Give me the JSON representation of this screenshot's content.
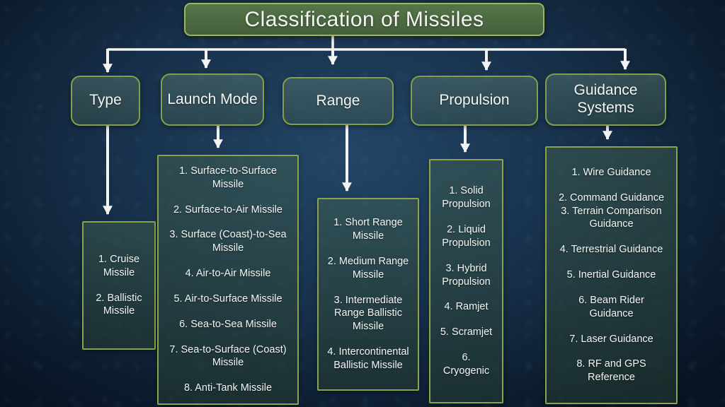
{
  "title": "Classification of Missiles",
  "colors": {
    "background_navy": "#17304a",
    "title_box_fill": "#4d6a43",
    "box_border_olive": "#8aa44b",
    "category_box_fill": "#3c5a4c",
    "list_box_fill": "#2c463a",
    "arrow": "#f2f3f2",
    "text": "#f4f6f4"
  },
  "columns": [
    {
      "label": "Type",
      "items": [
        "1. Cruise Missile",
        "2. Ballistic Missile"
      ]
    },
    {
      "label": "Launch Mode",
      "items": [
        "1. Surface-to-Surface Missile",
        "2. Surface-to-Air Missile",
        "3. Surface (Coast)-to-Sea Missile",
        "4. Air-to-Air Missile",
        "5. Air-to-Surface Missile",
        "6. Sea-to-Sea Missile",
        "7. Sea-to-Surface (Coast) Missile",
        "8. Anti-Tank Missile"
      ]
    },
    {
      "label": "Range",
      "items": [
        "1. Short Range Missile",
        "2. Medium Range Missile",
        "3. Intermediate Range Ballistic Missile",
        "4. Intercontinental Ballistic Missile"
      ]
    },
    {
      "label": "Propulsion",
      "items": [
        "1. Solid Propulsion",
        "2. Liquid Propulsion",
        "3. Hybrid Propulsion",
        "4. Ramjet",
        "5. Scramjet",
        "6. Cryogenic"
      ]
    },
    {
      "label": "Guidance Systems",
      "items": [
        "1. Wire Guidance",
        "2. Command Guidance",
        "3. Terrain Comparison Guidance",
        "4. Terrestrial Guidance",
        "5. Inertial Guidance",
        "6. Beam Rider Guidance",
        "7. Laser Guidance",
        "8. RF and GPS Reference"
      ]
    }
  ]
}
